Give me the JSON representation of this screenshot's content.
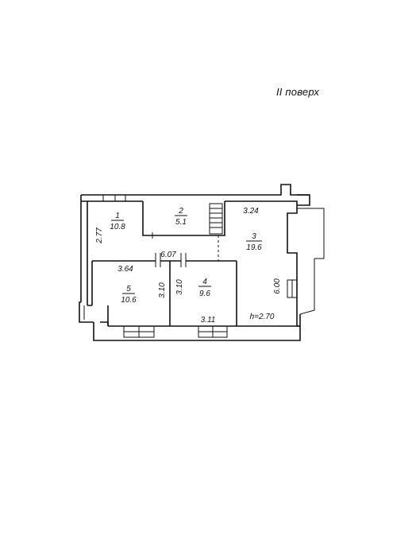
{
  "floor_title": "II поверх",
  "rooms": [
    {
      "number": "1",
      "area": "10.8"
    },
    {
      "number": "2",
      "area": "5.1"
    },
    {
      "number": "3",
      "area": "19.6"
    },
    {
      "number": "4",
      "area": "9.6"
    },
    {
      "number": "5",
      "area": "10.6"
    }
  ],
  "dimensions": {
    "d_2_77": "2.77",
    "d_3_24": "3.24",
    "d_3_64": "3.64",
    "d_6_07": "6.07",
    "d_3_10_a": "3.10",
    "d_3_10_b": "3.10",
    "d_6_00": "6.00",
    "d_3_11": "3.11"
  },
  "ceiling_height": "h=2.70"
}
